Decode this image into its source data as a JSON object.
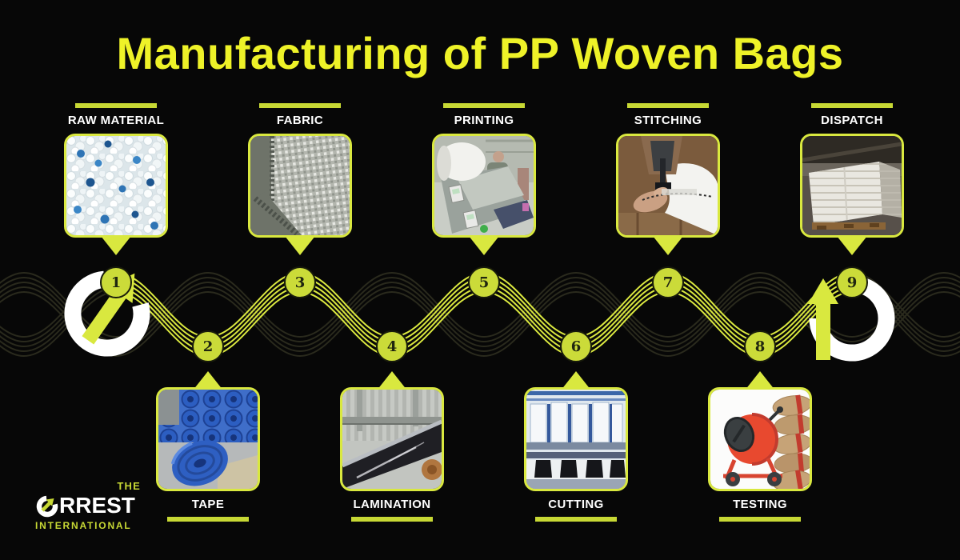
{
  "title": "Manufacturing of PP Woven Bags",
  "colors": {
    "background": "#070707",
    "title_yellow": "#eef228",
    "accent_green_yellow": "#c7d834",
    "frame_yellow": "#d9e83f",
    "chip_fill": "#cbdb39",
    "dim_wave": "#2a2a1d",
    "bright_wave": "#dbe93f",
    "label_white": "#ffffff"
  },
  "steps": [
    {
      "number": "1",
      "label": "RAW MATERIAL",
      "row": "top",
      "photo": "pp-granules-photo"
    },
    {
      "number": "2",
      "label": "TAPE",
      "row": "bottom",
      "photo": "blue-tape-rolls-photo"
    },
    {
      "number": "3",
      "label": "FABRIC",
      "row": "top",
      "photo": "woven-fabric-roll-photo"
    },
    {
      "number": "4",
      "label": "LAMINATION",
      "row": "bottom",
      "photo": "lamination-film-machine-photo"
    },
    {
      "number": "5",
      "label": "PRINTING",
      "row": "top",
      "photo": "printing-machine-photo"
    },
    {
      "number": "6",
      "label": "CUTTING",
      "row": "bottom",
      "photo": "cutting-machine-photo"
    },
    {
      "number": "7",
      "label": "STITCHING",
      "row": "top",
      "photo": "stitching-machine-photo"
    },
    {
      "number": "8",
      "label": "TESTING",
      "row": "bottom",
      "photo": "mixer-load-test-photo"
    },
    {
      "number": "9",
      "label": "DISPATCH",
      "row": "top",
      "photo": "warehouse-stacked-bags-photo"
    }
  ],
  "timeline": {
    "start_marker_icon": "loop-arrow-icon",
    "end_marker_icon": "loop-arrow-icon"
  },
  "brand": {
    "prefix": "THE",
    "o_icon": "loop-arrow-o-icon",
    "wordmark_rest": "RREST",
    "suffix": "INTERNATIONAL"
  }
}
